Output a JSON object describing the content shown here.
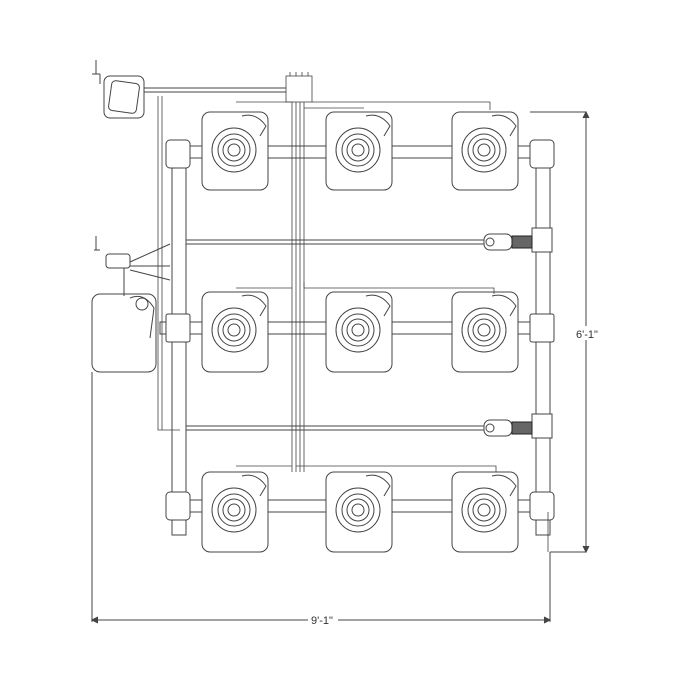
{
  "diagram": {
    "dimensions": {
      "height_label": "6'-1\"",
      "width_label": "9'-1\""
    },
    "line_color": "#444444",
    "background": "#ffffff",
    "layout": {
      "rows": 3,
      "columns": 3,
      "site_count": 9,
      "valve_count": 2
    }
  }
}
